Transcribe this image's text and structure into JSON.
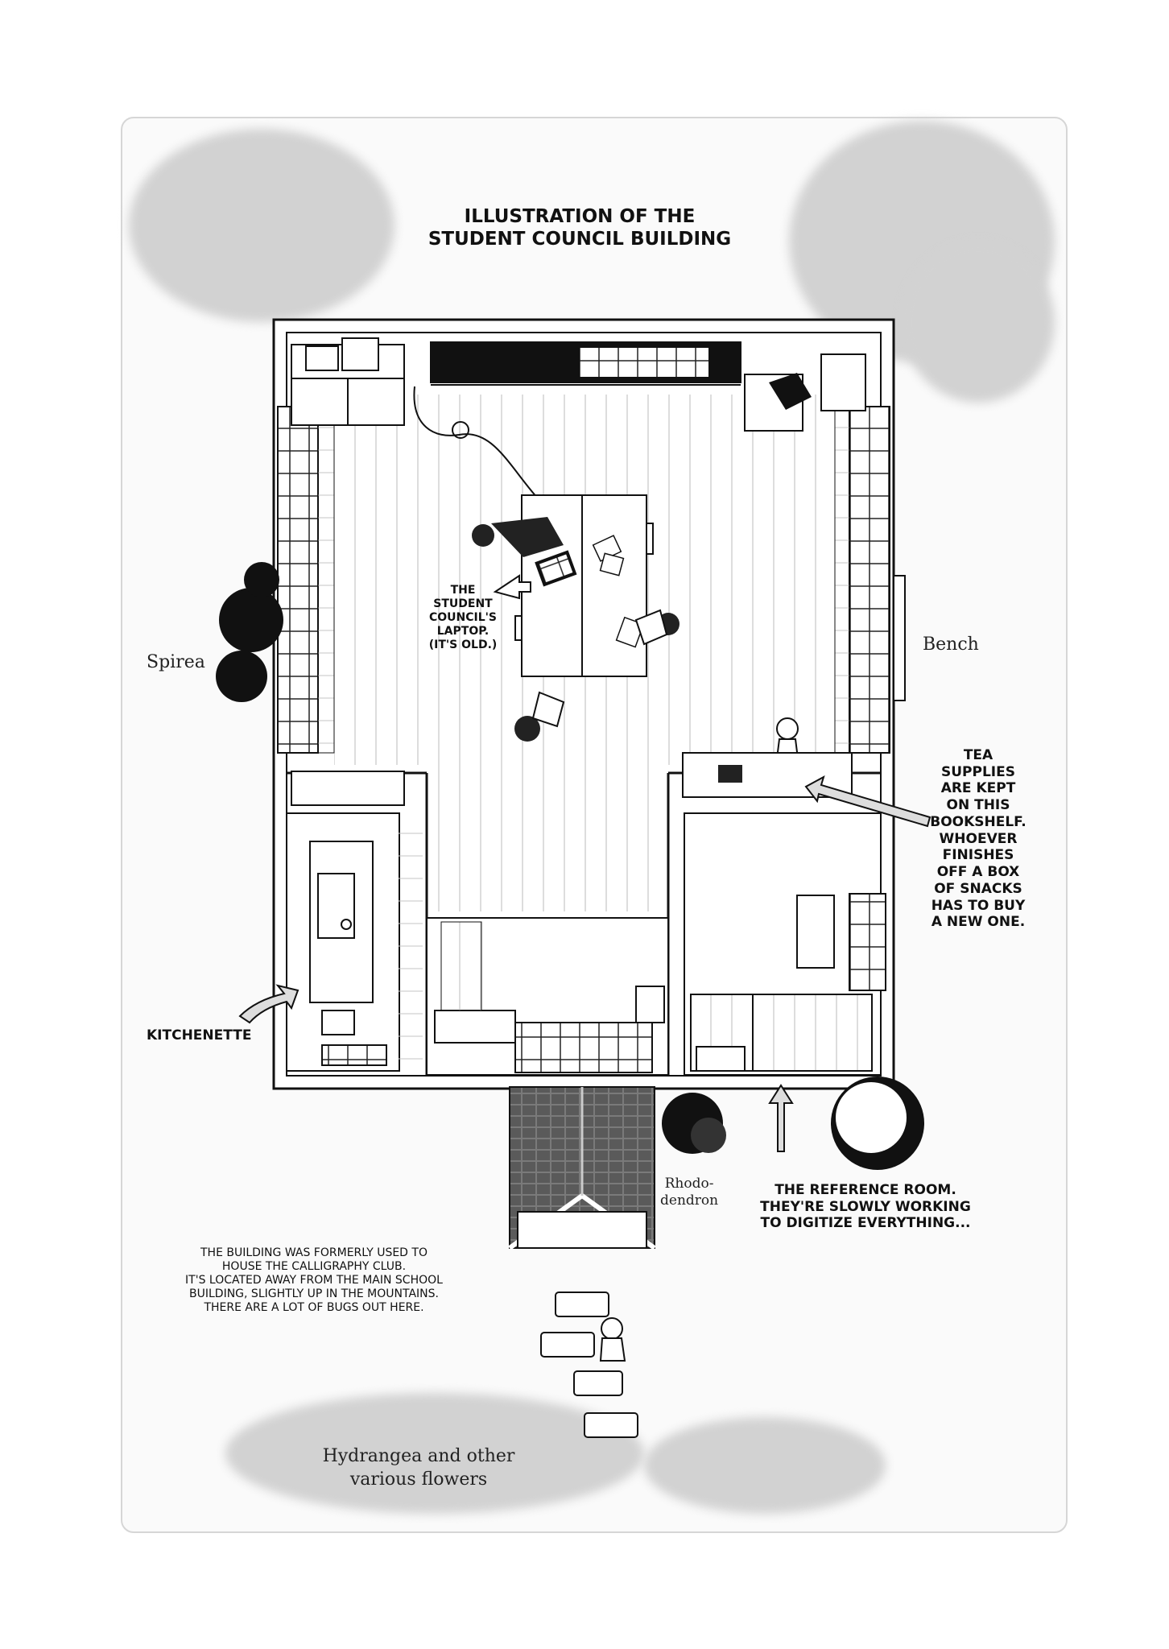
{
  "title": {
    "line1": "ILLUSTRATION OF THE",
    "line2": "STUDENT COUNCIL BUILDING"
  },
  "labels": {
    "laptop": [
      "THE",
      "STUDENT",
      "COUNCIL'S",
      "LAPTOP.",
      "(IT'S OLD.)"
    ],
    "spirea": "Spirea",
    "bench": "Bench",
    "tea": [
      "TEA",
      "SUPPLIES",
      "ARE KEPT",
      "ON THIS",
      "BOOKSHELF.",
      "WHOEVER",
      "FINISHES",
      "OFF A BOX",
      "OF SNACKS",
      "HAS TO BUY",
      "A NEW ONE."
    ],
    "kitchenette": "KITCHENETTE",
    "rhododendron": [
      "Rhodo-",
      "dendron"
    ],
    "reference": [
      "THE REFERENCE ROOM.",
      "THEY'RE SLOWLY WORKING",
      "TO DIGITIZE EVERYTHING..."
    ],
    "building_note": [
      "THE BUILDING WAS FORMERLY USED TO",
      "HOUSE THE CALLIGRAPHY CLUB.",
      "IT'S LOCATED AWAY FROM THE MAIN SCHOOL",
      "BUILDING, SLIGHTLY UP IN THE MOUNTAINS.",
      "THERE ARE A LOT OF BUGS OUT HERE."
    ],
    "hydrangea": [
      "Hydrangea and other",
      "various flowers"
    ]
  },
  "icons": [
    "arrow-icon",
    "shrub-icon",
    "person-icon",
    "laptop-icon"
  ],
  "colors": {
    "ink": "#111111",
    "foliage": "#d2d2d2",
    "floor_line": "#bbbbbb",
    "panel_border": "#d6d6d6"
  }
}
